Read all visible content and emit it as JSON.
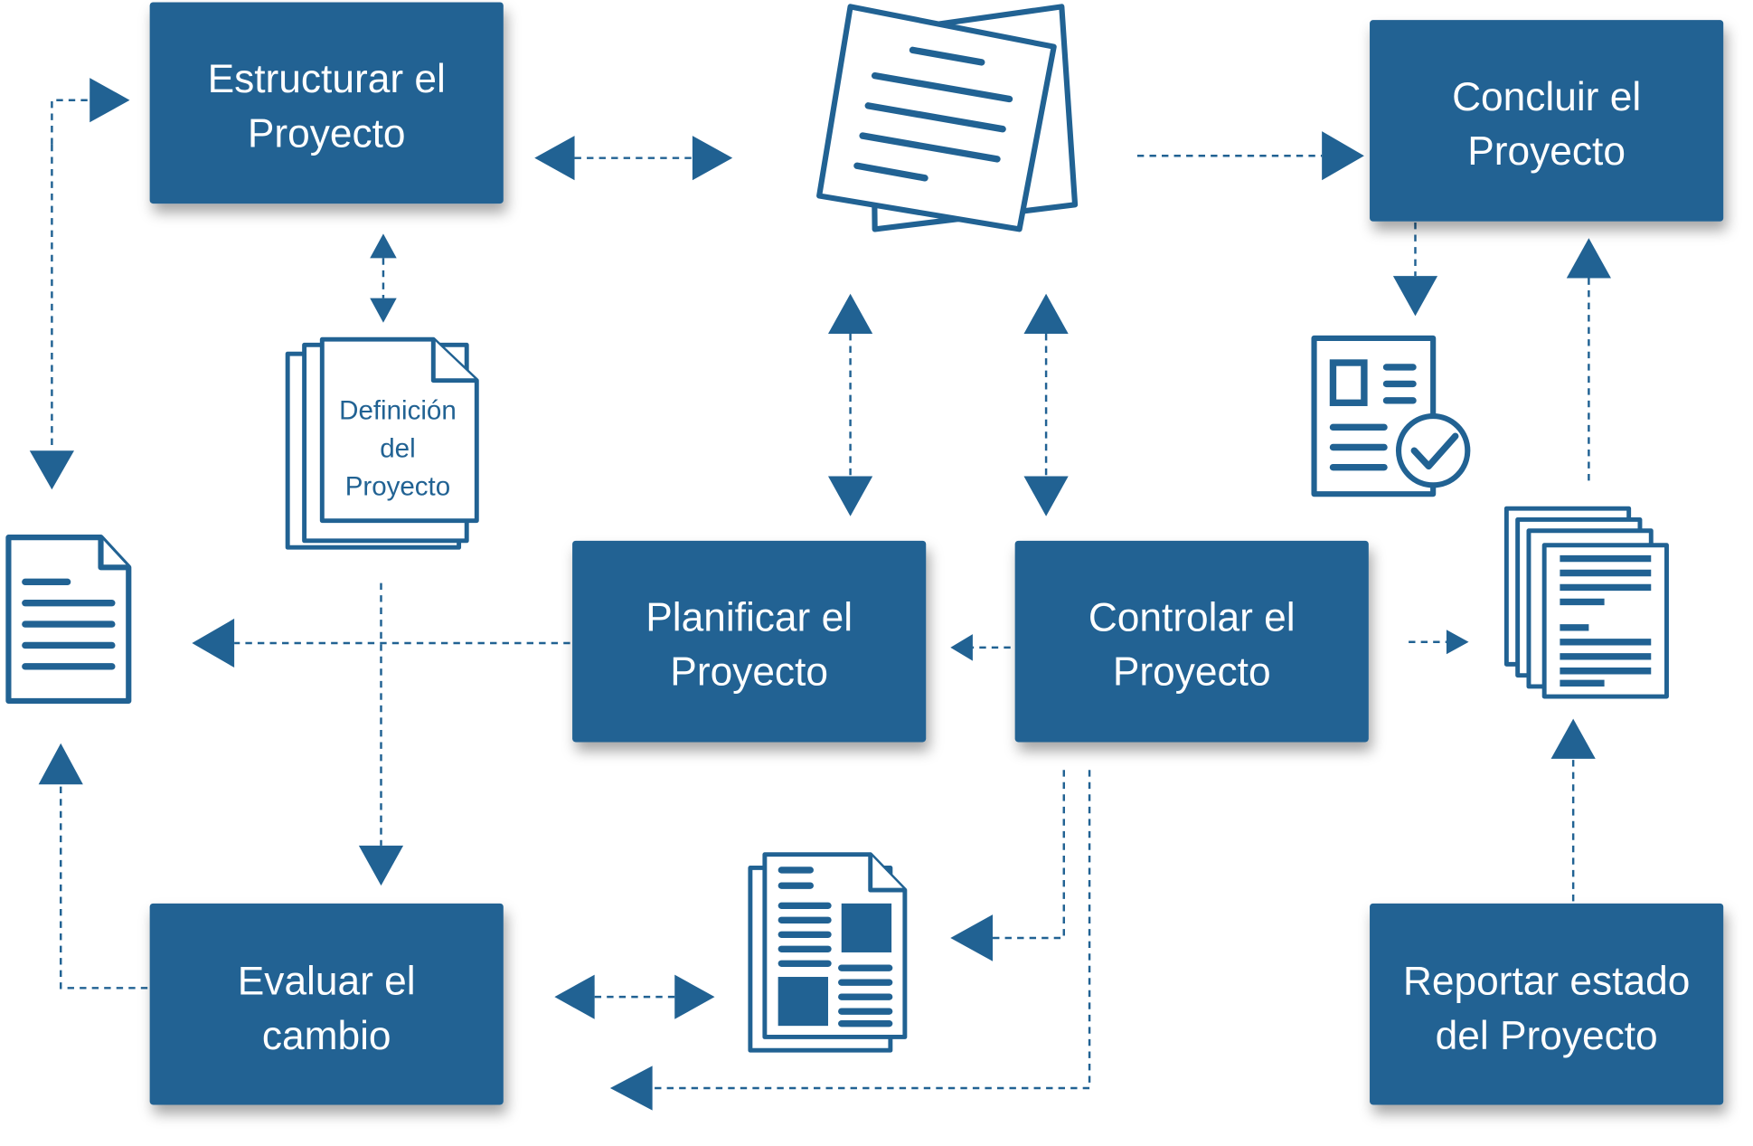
{
  "boxes": {
    "estructurar": [
      "Estructurar el",
      "Proyecto"
    ],
    "concluir": [
      "Concluir el",
      "Proyecto"
    ],
    "planificar": [
      "Planificar el",
      "Proyecto"
    ],
    "controlar": [
      "Controlar el",
      "Proyecto"
    ],
    "evaluar": [
      "Evaluar el",
      "cambio"
    ],
    "reportar": [
      "Reportar estado",
      "del Proyecto"
    ]
  },
  "documents": {
    "definicion": [
      "Definición",
      "del",
      "Proyecto"
    ]
  },
  "colors": {
    "primary": "#216293"
  }
}
